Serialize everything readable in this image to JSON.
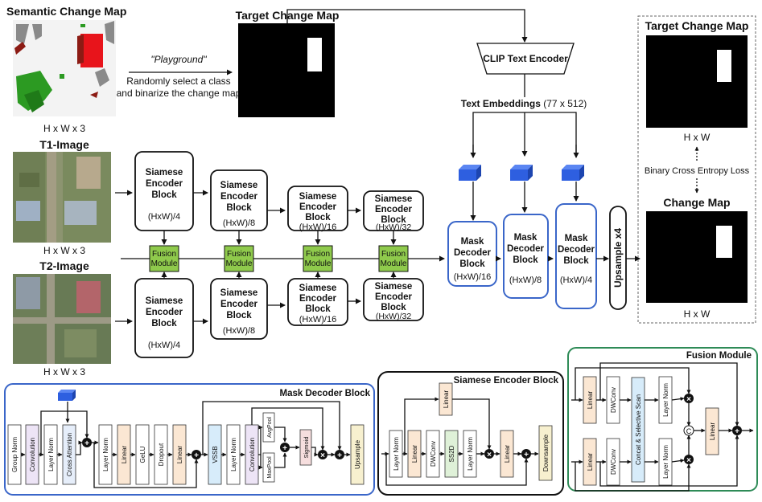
{
  "top": {
    "semantic_title": "Semantic Change Map",
    "semantic_dims": "H x W x 3",
    "playground_label": "\"Playground\"",
    "playground_desc_1": "Randomly select a class",
    "playground_desc_2": "and binarize the change map",
    "target_title": "Target Change Map",
    "clip_label": "CLIP Text Encoder",
    "text_embeddings_bold": "Text Embeddings",
    "text_embeddings_dims": " (77 x 512)"
  },
  "inputs": {
    "t1_title": "T1-Image",
    "t1_dims": "H x W x 3",
    "t2_title": "T2-Image",
    "t2_dims": "H x W x 3"
  },
  "encoders": {
    "line1": "Siamese",
    "line2": "Encoder",
    "line3": "Block",
    "sizes": [
      "(HxW)/4",
      "(HxW)/8",
      "(HxW)/16",
      "(HxW)/32"
    ]
  },
  "fusion_label_1": "Fusion",
  "fusion_label_2": "Module",
  "decoders": {
    "line1": "Mask",
    "line2": "Decoder",
    "line3": "Block",
    "sizes": [
      "(HxW)/16",
      "(HxW)/8",
      "(HxW)/4"
    ]
  },
  "upsample_label": "Upsample x4",
  "right_panel": {
    "target_title": "Target Change Map",
    "target_dims": "H x W",
    "loss_label": "Binary Cross Entropy Loss",
    "change_title": "Change Map",
    "change_dims": "H x W"
  },
  "mask_decoder_detail": {
    "title": "Mask Decoder Block",
    "layers": [
      "Group Norm",
      "Convolution",
      "Layer Norm",
      "Cross Attention",
      "Layer Norm",
      "Linear",
      "GeLU",
      "Dropout",
      "Linear",
      "VSSB",
      "Layer Norm",
      "Convolution",
      "AvgPool",
      "MaxPool",
      "Sigmoid",
      "Upsample"
    ]
  },
  "siamese_detail": {
    "title": "Siamese Encoder Block",
    "layers": [
      "Layer Norm",
      "Linear",
      "DWConv",
      "SS2D",
      "Layer Norm",
      "Linear",
      "Linear",
      "Downsample"
    ]
  },
  "fusion_detail": {
    "title": "Fusion Module",
    "layers": [
      "Linear",
      "DWConv",
      "Concat & Selective Scan",
      "Layer Norm",
      "Linear",
      "DWConv",
      "Layer Norm",
      "Linear"
    ],
    "concat_symbol": "C"
  },
  "colors": {
    "fusion_green": "#8fca4c",
    "decoder_blue": "#3a66c9",
    "cube_blue": "#2e5fe0",
    "linear_fill": "#fbe7d3",
    "conv_fill": "#ede4f6",
    "vssb_fill": "#d7ecfa",
    "sigmoid_fill": "#f6dede",
    "upsample_fill": "#f7f0cf",
    "fusion_border": "#2e8b57"
  }
}
